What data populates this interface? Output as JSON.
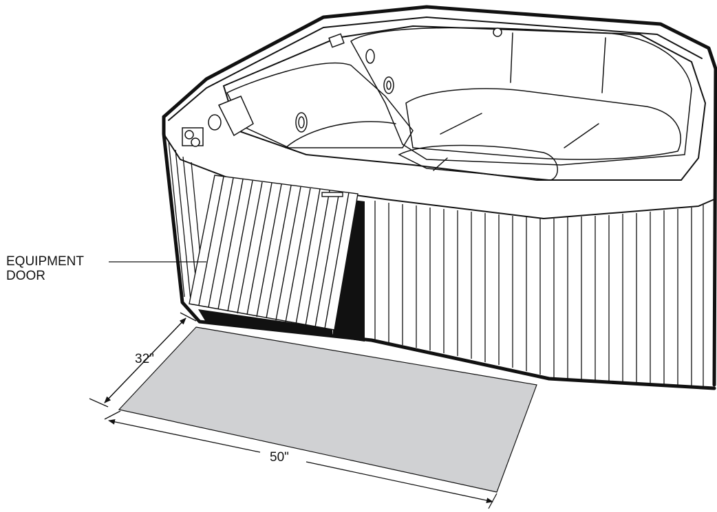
{
  "diagram": {
    "callout": {
      "line1": "EQUIPMENT",
      "line2": "DOOR"
    },
    "dimensions": {
      "depth_label": "32\"",
      "width_label": "50\""
    },
    "colors": {
      "line": "#111111",
      "clearance_area": "#d0d1d3",
      "dark_gap": "#111111",
      "background": "#ffffff"
    }
  }
}
